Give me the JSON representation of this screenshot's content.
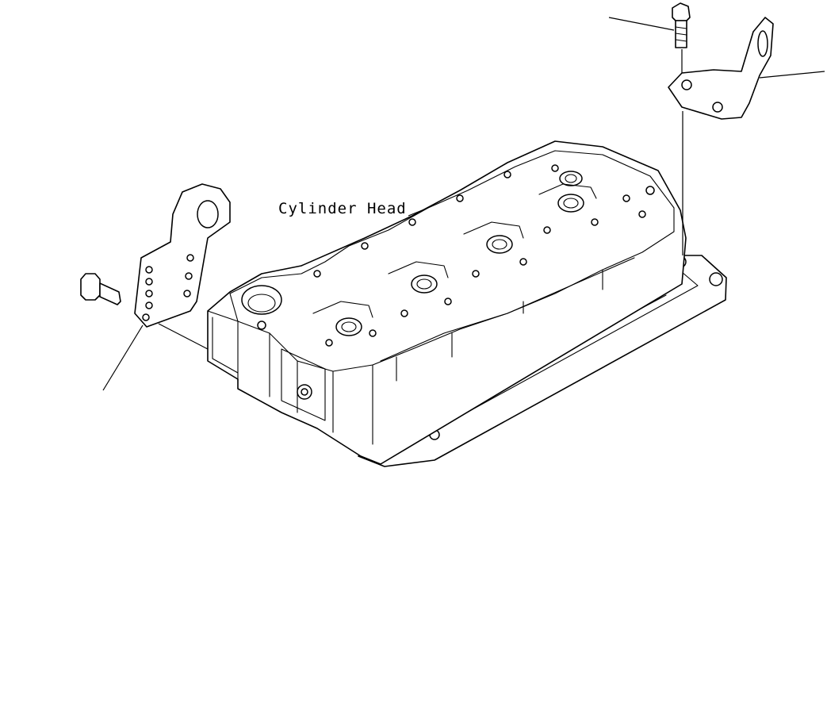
{
  "labels": {
    "cylinder_head": "Cylinder Head"
  },
  "parts": [
    {
      "name": "front-lifting-bracket"
    },
    {
      "name": "front-bracket-bolt"
    },
    {
      "name": "rear-lifting-bracket"
    },
    {
      "name": "rear-bracket-bolt"
    },
    {
      "name": "cylinder-head"
    }
  ]
}
